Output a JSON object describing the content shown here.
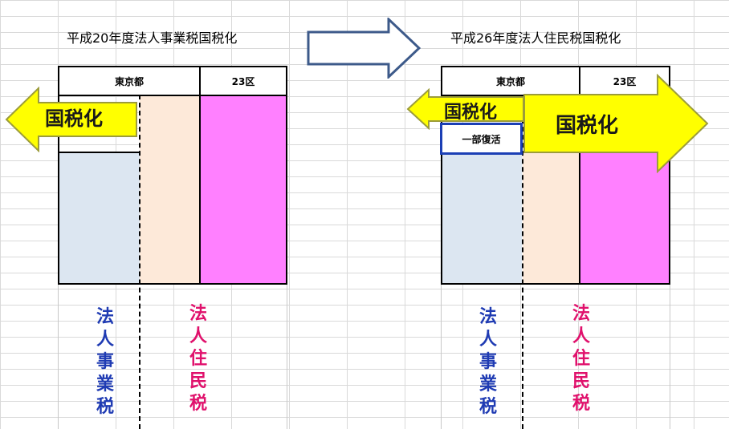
{
  "left_panel": {
    "title": "平成20年度法人事業税国税化",
    "header_cells": [
      "東京都",
      "23区"
    ],
    "arrow_label": "国税化",
    "bottom_labels": {
      "business_tax": [
        "法",
        "人",
        "事",
        "業",
        "税"
      ],
      "resident_tax": [
        "法",
        "人",
        "住",
        "民",
        "税"
      ]
    }
  },
  "right_panel": {
    "title": "平成26年度法人住民税国税化",
    "header_cells": [
      "東京都",
      "23区"
    ],
    "arrow_label_left": "国税化",
    "arrow_label_right": "国税化",
    "revival_label": "一部復活",
    "bottom_labels": {
      "business_tax": [
        "法",
        "人",
        "事",
        "業",
        "税"
      ],
      "resident_tax": [
        "法",
        "人",
        "住",
        "民",
        "税"
      ]
    }
  },
  "colors": {
    "business_tax_fill": "#dce6f1",
    "resident_tokyo_fill": "#fde9d9",
    "ward_fill": "#ff80ff",
    "arrow_fill": "#ffff00",
    "arrow_stroke": "#9c9c3a",
    "big_arrow_stroke": "#3d5a8a",
    "business_label": "#1f3bb3",
    "resident_label": "#e0116c"
  }
}
